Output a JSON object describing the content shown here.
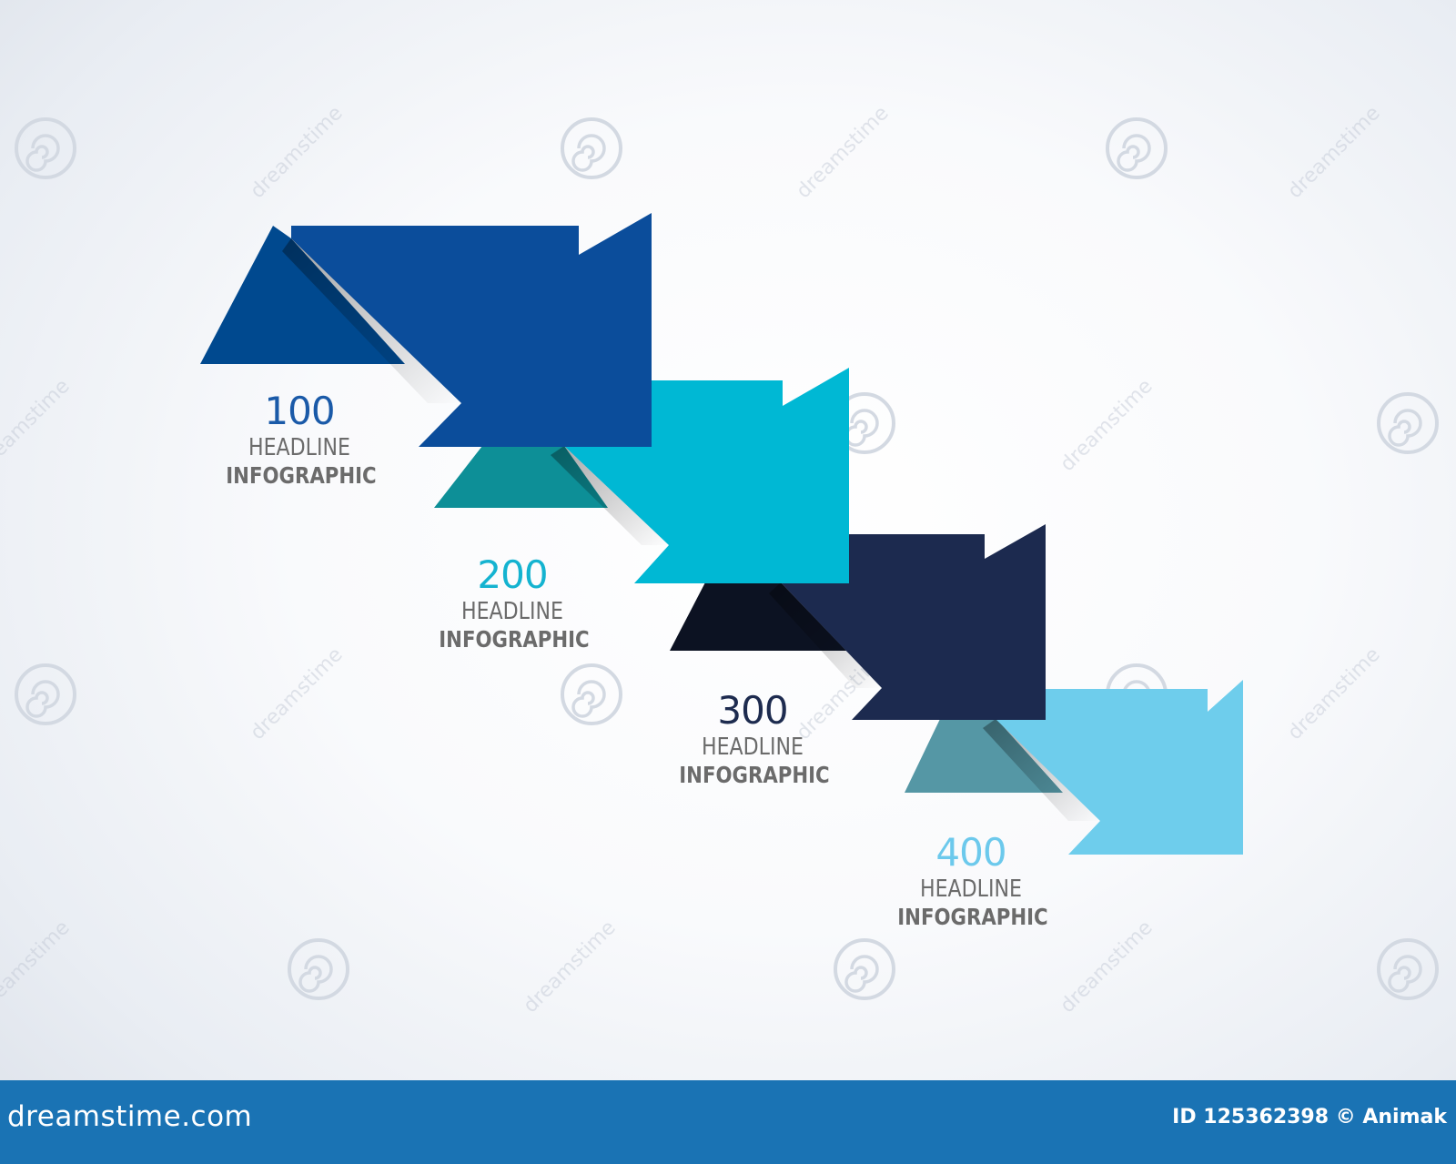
{
  "steps": [
    {
      "number": "100",
      "headline": "HEADLINE",
      "subheadline": "INFOGRAPHIC",
      "number_color": "#1a5aa8",
      "arrow_color": "#0b4d9b",
      "flap_color": "#00498f"
    },
    {
      "number": "200",
      "headline": "HEADLINE",
      "subheadline": "INFOGRAPHIC",
      "number_color": "#14b3d0",
      "arrow_color": "#00b8d4",
      "flap_color": "#0d8f97"
    },
    {
      "number": "300",
      "headline": "HEADLINE",
      "subheadline": "INFOGRAPHIC",
      "number_color": "#1d2b4f",
      "arrow_color": "#1c2a4f",
      "flap_color": "#0c1222"
    },
    {
      "number": "400",
      "headline": "HEADLINE",
      "subheadline": "INFOGRAPHIC",
      "number_color": "#6cc9ec",
      "arrow_color": "#6ecdec",
      "flap_color": "#5597a5"
    }
  ],
  "watermark": {
    "text": "dreamstime",
    "color": "#c4cbd6"
  },
  "footer": {
    "brand": "dreamstime.com",
    "image_id": "ID 125362398 © Animak",
    "background": "#1a73b4"
  }
}
